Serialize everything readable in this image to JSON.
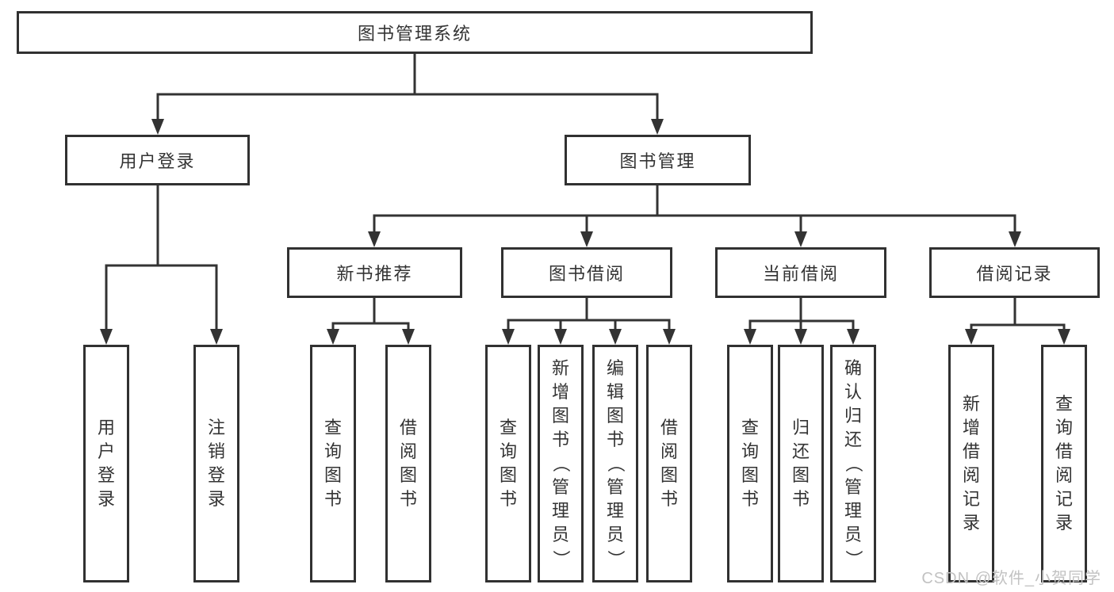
{
  "title": "图书管理系统",
  "level2": [
    "用户登录",
    "图书管理"
  ],
  "level3": [
    "新书推荐",
    "图书借阅",
    "当前借阅",
    "借阅记录"
  ],
  "leaves": [
    "用户登录",
    "注销登录",
    "查询图书",
    "借阅图书",
    "查询图书",
    "新增图书（管理员）",
    "编辑图书（管理员）",
    "借阅图书",
    "查询图书",
    "归还图书",
    "确认归还（管理员）",
    "新增借阅记录",
    "查询借阅记录"
  ],
  "watermark": "CSDN @软件_小贺同学",
  "colors": {
    "line": "#333333",
    "box_border": "#313131",
    "box_fill": "#ffffff",
    "text": "#333333",
    "watermark": "#c2c2c2"
  }
}
